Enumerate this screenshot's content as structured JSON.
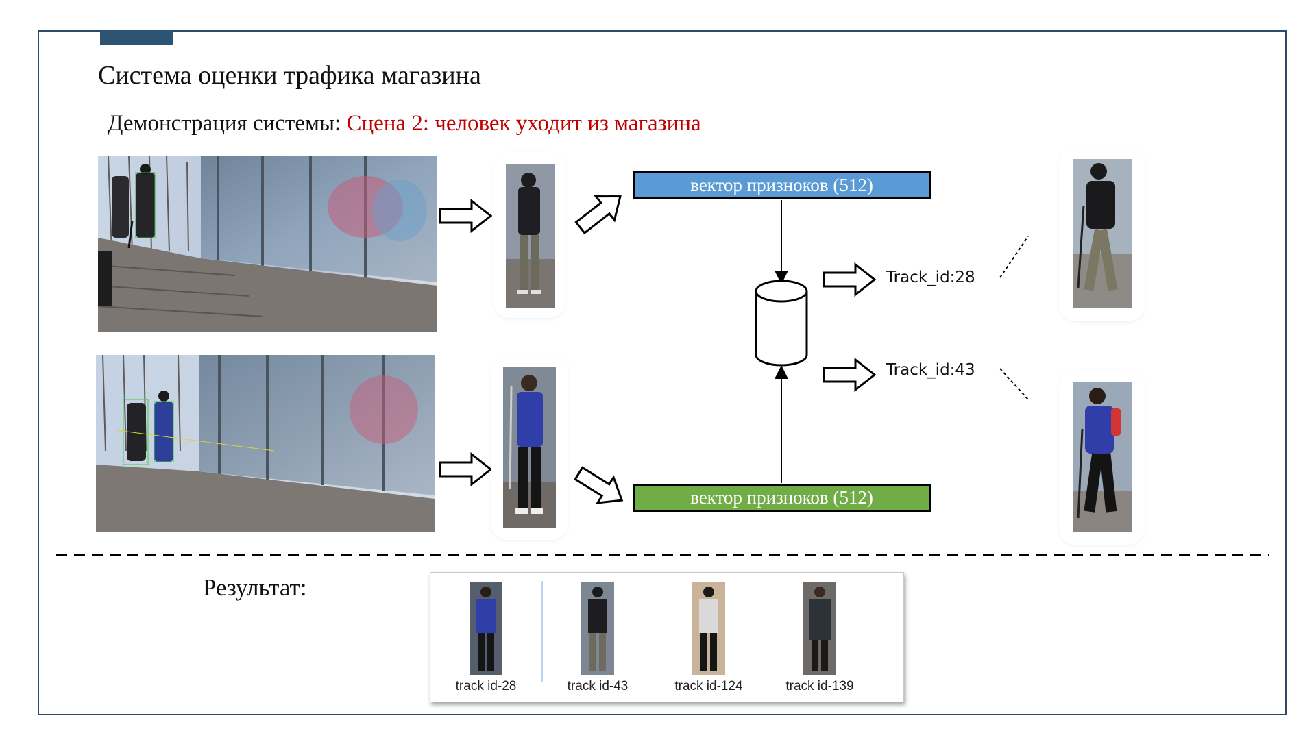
{
  "slide": {
    "title": "Система оценки трафика магазина",
    "subtitle_prefix": "Демонстрация системы: ",
    "subtitle_scene": "Сцена 2: человек уходит из магазина",
    "accent_color": "#2E5473",
    "frame_color": "#2E4A66"
  },
  "diagram": {
    "vector_top": {
      "label": "вектор призноков (512)",
      "color": "#5B9BD5"
    },
    "vector_bottom": {
      "label": "вектор призноков (512)",
      "color": "#70AD47"
    },
    "database_icon": "cylinder-database",
    "track_top": "Track_id:28",
    "track_bottom": "Track_id:43"
  },
  "result": {
    "label": "Результат:",
    "thumbnails": [
      {
        "caption": "track id-28"
      },
      {
        "caption": "track id-43"
      },
      {
        "caption": "track id-124"
      },
      {
        "caption": "track id-139"
      }
    ]
  }
}
